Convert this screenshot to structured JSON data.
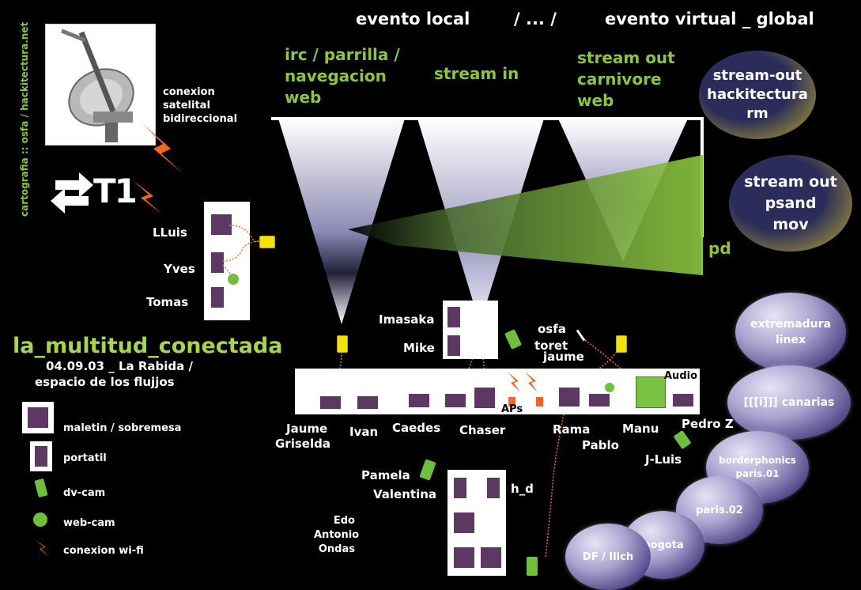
{
  "side_credit": "cartografia :: osfa / hackitectura.net",
  "header": {
    "left": "evento local",
    "sep": "/ ... /",
    "right": "evento virtual _ global"
  },
  "columns": {
    "irc": [
      "irc / parrilla /",
      "navegacion",
      "web"
    ],
    "stream_in": "stream in",
    "stream_out": [
      "stream out",
      "carnivore",
      "web"
    ],
    "pd": "pd"
  },
  "satellite": [
    "conexion",
    "satelital",
    "bidireccional"
  ],
  "t1": "T1",
  "title": {
    "main": "la_multitud_conectada",
    "line2": "04.09.03 _ La Rabida /",
    "line3": "espacio de los flujjos"
  },
  "people": {
    "lluis": "LLuis",
    "yves": "Yves",
    "tomas": "Tomas",
    "imasaka": "Imasaka",
    "mike": "Mike",
    "osfa": "osfa",
    "toret": "toret",
    "jaume_top": "jaume",
    "jaume": "Jaume",
    "griselda": "Griselda",
    "ivan": "Ivan",
    "caedes": "Caedes",
    "chaser": "Chaser",
    "rama": "Rama",
    "pablo": "Pablo",
    "manu": "Manu",
    "pedroz": "Pedro Z",
    "jluis": "J-Luis",
    "pamela": "Pamela",
    "valentina": "Valentina",
    "hd": "h_d",
    "edo": "Edo",
    "antonio": "Antonio",
    "ondas": "Ondas"
  },
  "labels": {
    "aps": "APs",
    "audio": "Audio"
  },
  "legend": [
    {
      "icon": "desktop",
      "label": "maletin / sobremesa"
    },
    {
      "icon": "laptop",
      "label": "portatil"
    },
    {
      "icon": "dv-cam",
      "label": "dv-cam"
    },
    {
      "icon": "web-cam",
      "label": "web-cam"
    },
    {
      "icon": "wifi",
      "label": "conexion wi-fi"
    }
  ],
  "streams_global": [
    [
      "stream-out",
      "hackitectura",
      "rm"
    ],
    [
      "stream out",
      "psand",
      "mov"
    ]
  ],
  "nodes": [
    [
      "extremadura",
      "linex"
    ],
    [
      "[[[i]]] canarias"
    ],
    [
      "borderphonics",
      "paris.01"
    ],
    [
      "paris.02"
    ],
    [
      "bogota"
    ],
    [
      "DF / Ilich"
    ]
  ],
  "colors": {
    "green": "#8cc63f",
    "purple": "#5c3863",
    "yellow": "#f4e10a",
    "orange": "#f26522",
    "lilac": "#a9a4d0"
  }
}
